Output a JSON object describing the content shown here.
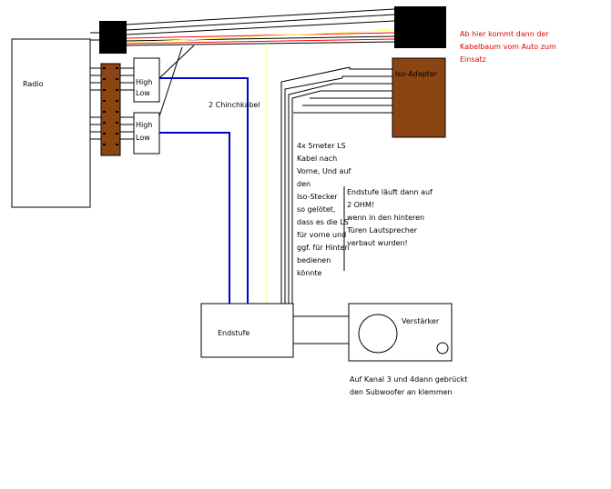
{
  "radio": {
    "label": "Radio"
  },
  "converter_top": {
    "high": "High",
    "low": "Low"
  },
  "converter_bottom": {
    "high": "High",
    "low": "Low"
  },
  "chinch_label": "2 Chinchkabel",
  "iso_adapter": {
    "label": "Iso-Adapter"
  },
  "note_harness": "Ab hier kommt dann der\nKabelbaum vom Auto zum\nEinsatz",
  "note_ls_cable": "4x 5meter LS\nKabel nach\nVorne, Und auf\nden\nIso-Stecker\nso gelötet,\ndass es die LS\nfür vorne und\nggf. für Hinten\nbedienen\nkönnte",
  "note_amp": "Endstufe läuft dann auf\n2 OHM!\nwenn in den hinteren\nTüren Lautsprecher\nverbaut wurden!",
  "endstufe": {
    "label": "Endstufe"
  },
  "verstaerker": {
    "label": "Verstärker"
  },
  "note_subwoofer": "Auf Kanal 3 und 4dann gebrückt\nden Subwoofer an klemmen",
  "colors": {
    "outline": "#000000",
    "blue_cable": "#0000cc",
    "yellow_cable": "#ffff66",
    "red_wire": "#ff0000",
    "brown_block": "#8b4513",
    "note_red": "#e00000"
  }
}
